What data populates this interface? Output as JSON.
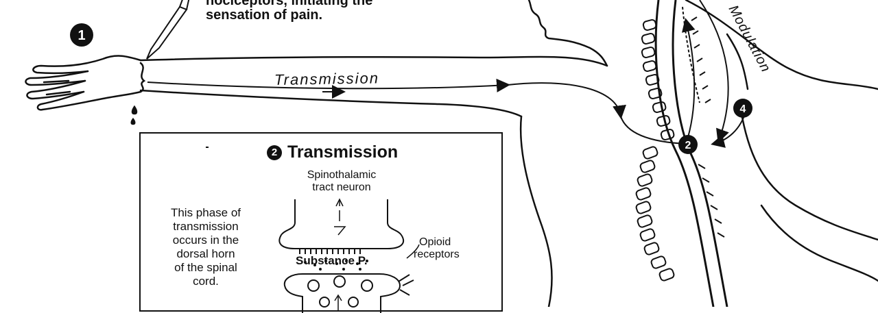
{
  "top_caption": {
    "line1": "nociceptors, initiating the",
    "line2": "sensation of pain."
  },
  "labels": {
    "transmission_arrow": "Transmission",
    "modulation": "Modulation"
  },
  "badges": {
    "step1": "1",
    "step2_spine": "2",
    "step4": "4"
  },
  "inset": {
    "badge": "2",
    "title": "Transmission",
    "neuron_line1": "Spinothalamic",
    "neuron_line2": "tract neuron",
    "note_lines": [
      "This phase of",
      "transmission",
      "occurs in the",
      "dorsal horn",
      "of the spinal",
      "cord."
    ],
    "substance": "Substance P.",
    "opioid_line1": "Opioid",
    "opioid_line2": "receptors"
  },
  "colors": {
    "ink": "#111111",
    "background": "#ffffff"
  }
}
